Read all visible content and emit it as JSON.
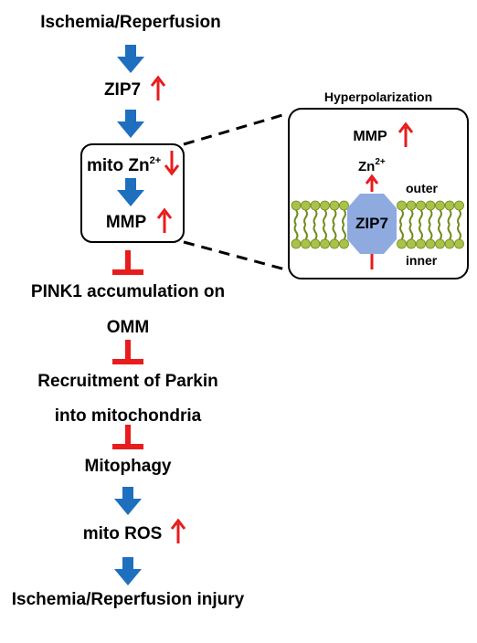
{
  "pathway": {
    "ischemia": "Ischemia/Reperfusion",
    "zip7": "ZIP7",
    "mito_zn_prefix": "mito Zn",
    "mito_zn_superscript": "2+",
    "mmp": "MMP",
    "pink1_line1": "PINK1 accumulation on",
    "pink1_line2": "OMM",
    "parkin_line1": "Recruitment of Parkin",
    "parkin_line2": "into mitochondria",
    "mitophagy": "Mitophagy",
    "mito_ros": "mito ROS",
    "injury": "Ischemia/Reperfusion injury"
  },
  "inset": {
    "title": "Hyperpolarization",
    "mmp": "MMP",
    "zn_prefix": "Zn",
    "zn_superscript": "2+",
    "outer": "outer",
    "inner": "inner",
    "channel": "ZIP7"
  },
  "colors": {
    "blue_arrow": "#1f6fbf",
    "red_mark": "#e81c1c",
    "membrane_green": "#a9c24a",
    "membrane_dark": "#6f8a1c",
    "channel_blue": "#8eaadf"
  }
}
